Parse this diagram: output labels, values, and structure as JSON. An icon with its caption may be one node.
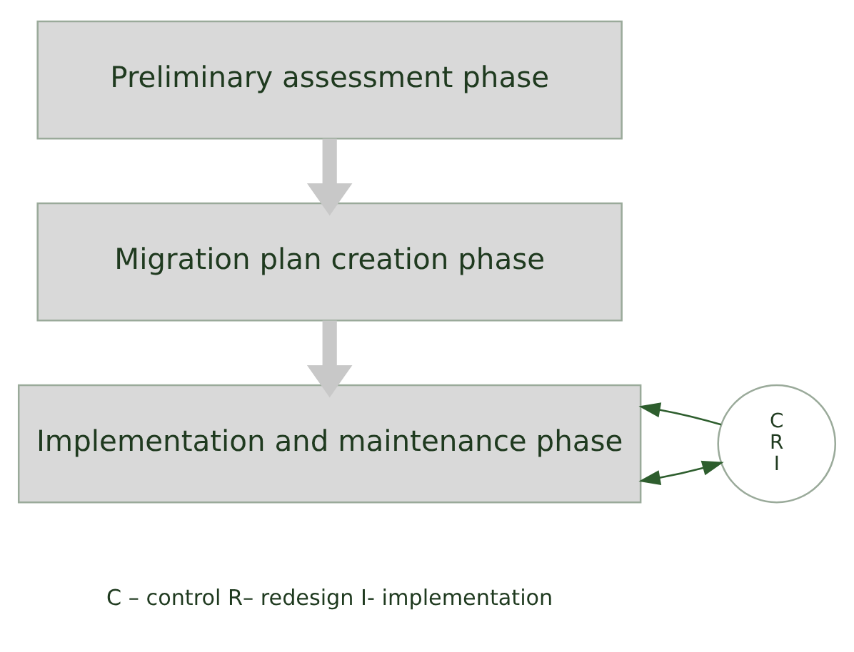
{
  "diagram": {
    "nodes": [
      {
        "text": [
          "Preliminary assessment phase"
        ]
      },
      {
        "text": [
          "Migration plan creation phase"
        ]
      },
      {
        "text": [
          "Implementation and maintenance phase"
        ]
      },
      {
        "text": [
          "C",
          "R",
          "I"
        ]
      }
    ],
    "edges": [
      {
        "from": 0,
        "to": 1,
        "arrow": "to",
        "style": "thick",
        "color": "#c8c8c8"
      },
      {
        "from": 1,
        "to": 2,
        "arrow": "to",
        "style": "thick",
        "color": "#c8c8c8"
      },
      {
        "from": 2,
        "to": 3,
        "arrow": "both",
        "color": "#2e5e2e"
      },
      {
        "from": 3,
        "to": 2,
        "arrow": "to",
        "color": "#2e5e2e"
      }
    ],
    "labels": [
      "C – control R– redesign I- implementation"
    ]
  }
}
